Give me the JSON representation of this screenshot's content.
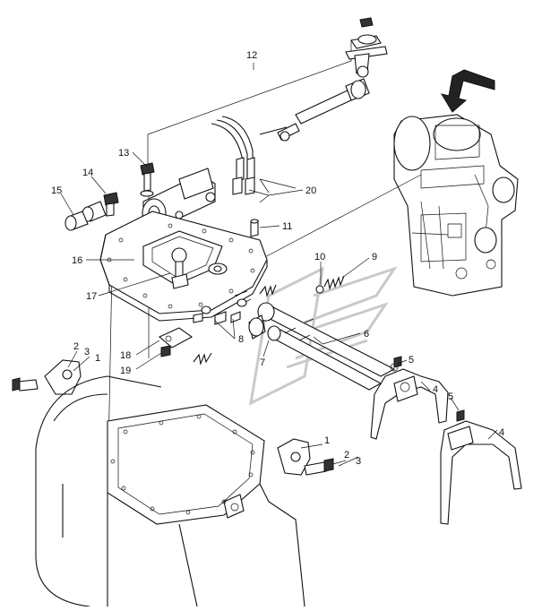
{
  "callouts": [
    {
      "label": "12"
    },
    {
      "label": "13"
    },
    {
      "label": "14"
    },
    {
      "label": "15"
    },
    {
      "label": "16"
    },
    {
      "label": "17"
    },
    {
      "label": "20"
    },
    {
      "label": "11"
    },
    {
      "label": "10"
    },
    {
      "label": "9"
    },
    {
      "label": "8"
    },
    {
      "label": "7"
    },
    {
      "label": "6"
    },
    {
      "label": "18"
    },
    {
      "label": "19"
    },
    {
      "label": "2"
    },
    {
      "label": "3"
    },
    {
      "label": "1"
    },
    {
      "label": "5"
    },
    {
      "label": "4"
    },
    {
      "label": "5"
    },
    {
      "label": "4"
    },
    {
      "label": "1"
    },
    {
      "label": "2"
    },
    {
      "label": "3"
    }
  ]
}
